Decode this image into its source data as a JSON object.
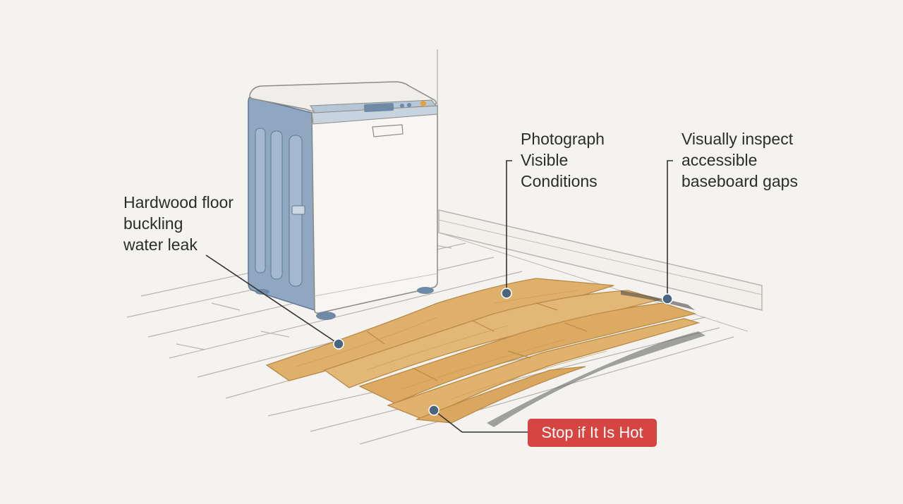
{
  "annotations": {
    "floor": {
      "lines": [
        "Hardwood floor",
        "buckling",
        "water leak"
      ]
    },
    "photograph": {
      "lines": [
        "Photograph",
        "Visible",
        "Conditions"
      ]
    },
    "baseboard": {
      "lines": [
        "Visually inspect",
        "accessible",
        "baseboard gaps"
      ]
    },
    "warning": {
      "label": "Stop if It Is Hot"
    }
  },
  "colors": {
    "background": "#f4f3ef",
    "wood": "#deb06c",
    "washer_panel": "#8fa7c0",
    "marker": "#4a6580",
    "warning": "#d64541"
  },
  "icons": {
    "appliance": "top-load-washing-machine",
    "callout_marker": "dot-marker"
  }
}
